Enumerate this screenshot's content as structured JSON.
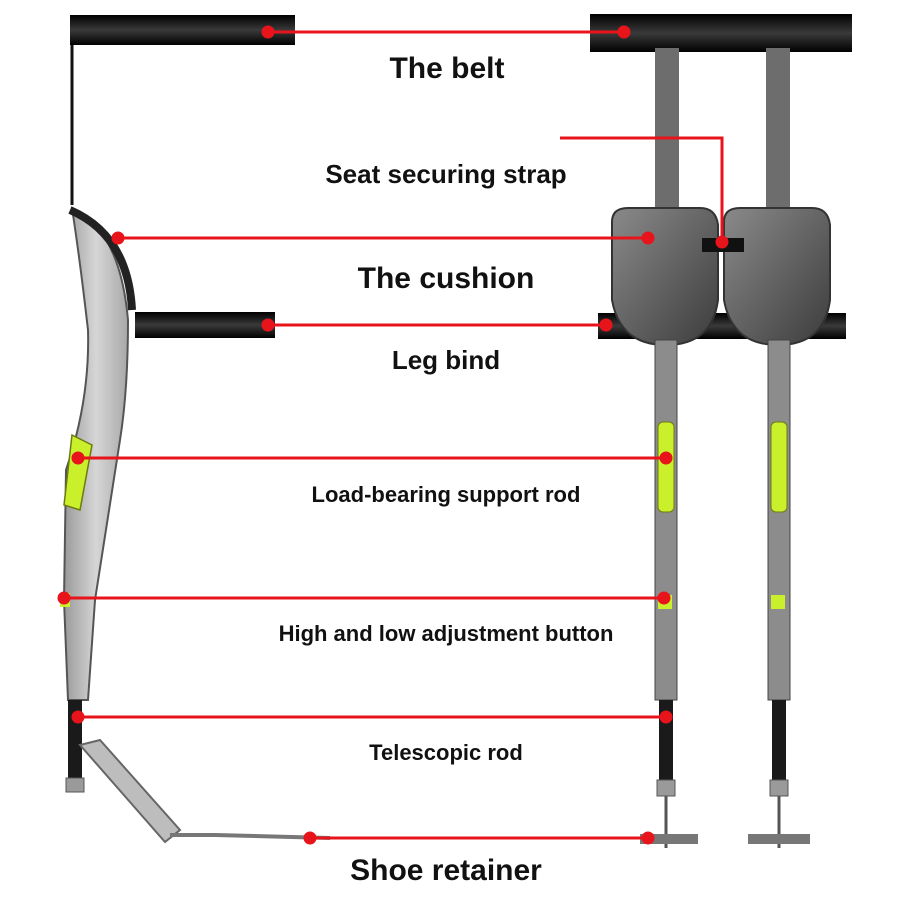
{
  "labels": {
    "belt": "The belt",
    "seat_strap": "Seat securing strap",
    "cushion": "The cushion",
    "leg_bind": "Leg bind",
    "support_rod": "Load-bearing support rod",
    "adjust_button": "High and low adjustment button",
    "telescopic_rod": "Telescopic rod",
    "shoe_retainer": "Shoe retainer"
  },
  "colors": {
    "leader": "#e8141b",
    "strap": "#111111",
    "frame": "#6d6d6d",
    "accent": "#c9f02a",
    "cushion": "#5a5a5a"
  }
}
